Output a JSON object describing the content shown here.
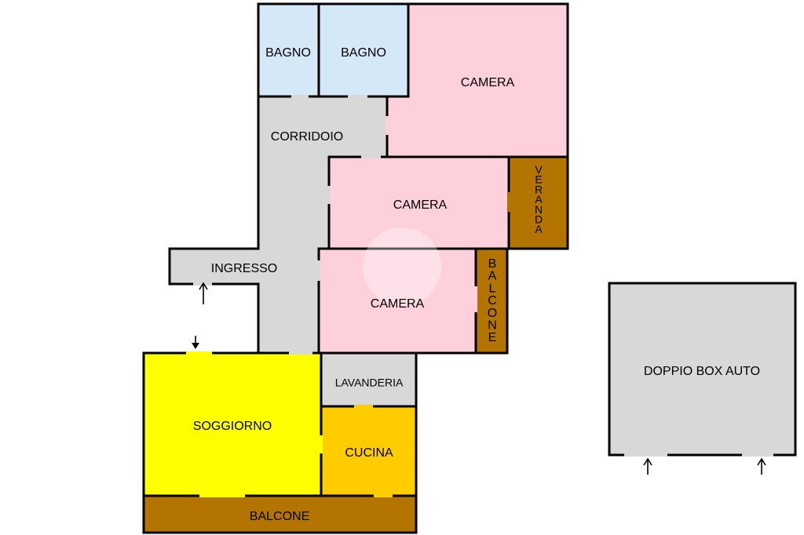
{
  "colors": {
    "bathroom": "#d4e8f8",
    "bedroom": "#fdd0dc",
    "corridor": "#d8d8d8",
    "living": "#ffff00",
    "kitchen": "#ffcc00",
    "laundry": "#d8d8d8",
    "terrace": "#b37400",
    "garage": "#d8d8d8",
    "wall": "#000000"
  },
  "rooms": {
    "bagno_1": "BAGNO",
    "bagno_2": "BAGNO",
    "camera_1": "CAMERA",
    "corridoio": "CORRIDOIO",
    "camera_2": "CAMERA",
    "veranda": "VERANDA",
    "ingresso": "INGRESSO",
    "camera_3": "CAMERA",
    "balcone_side": "BALCONE",
    "lavanderia": "LAVANDERIA",
    "soggiorno": "SOGGIORNO",
    "cucina": "CUCINA",
    "balcone_bottom": "BALCONE",
    "box_auto": "DOPPIO BOX AUTO"
  },
  "icons": {
    "entry_arrow": "arrow-up-icon",
    "living_arrow": "arrow-down-icon",
    "garage_arrow": "arrow-up-icon"
  }
}
